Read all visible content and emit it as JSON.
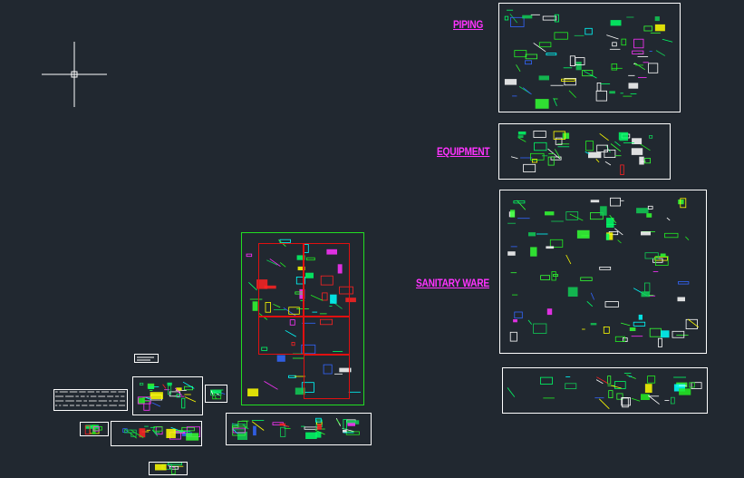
{
  "labels": {
    "piping": "PIPING",
    "equipment": "EQUIPMENT",
    "sanitary_ware": "SANITARY WARE"
  },
  "colors": {
    "background": "#212830",
    "label": "#ff33ff",
    "frame": "#ffffff",
    "green_frame": "#22dd22",
    "red_frame": "#e01010"
  },
  "cursor": "crosshair-cursor"
}
